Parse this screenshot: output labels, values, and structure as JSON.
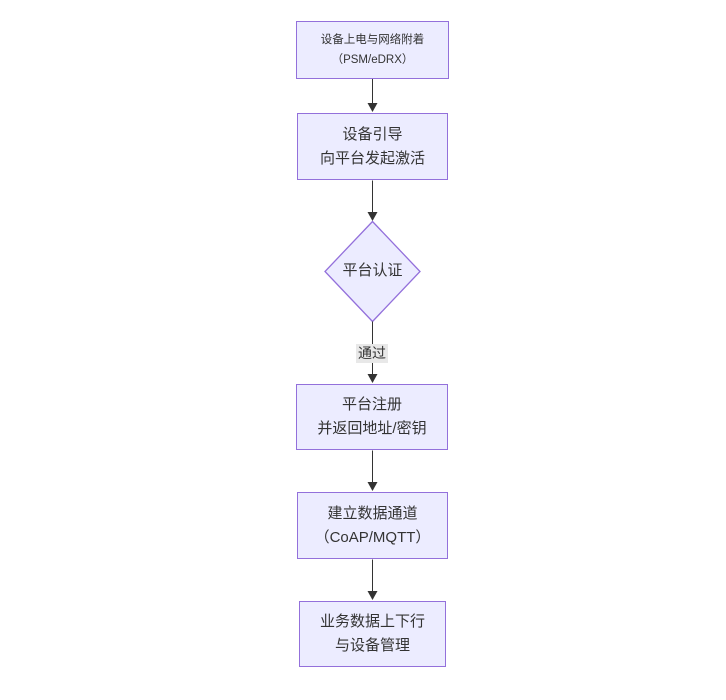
{
  "diagram": {
    "type": "flowchart",
    "direction": "top-down",
    "colors": {
      "background": "#ffffff",
      "node_fill": "#ECECFF",
      "node_border": "#9370DB",
      "edge_color": "#333333",
      "edge_label_bg": "#e8e8e8",
      "text_color": "#333333"
    },
    "nodes": [
      {
        "id": "power-on",
        "shape": "rect",
        "line1": "设备上电与网络附着",
        "line2": "（PSM/eDRX）"
      },
      {
        "id": "bootstrap",
        "shape": "rect",
        "line1": "设备引导",
        "line2": "向平台发起激活"
      },
      {
        "id": "auth",
        "shape": "diamond",
        "line1": "平台认证",
        "line2": ""
      },
      {
        "id": "register",
        "shape": "rect",
        "line1": "平台注册",
        "line2": "并返回地址/密钥"
      },
      {
        "id": "channel",
        "shape": "rect",
        "line1": "建立数据通道",
        "line2": "（CoAP/MQTT）"
      },
      {
        "id": "business",
        "shape": "rect",
        "line1": "业务数据上下行",
        "line2": "与设备管理"
      }
    ],
    "edges": [
      {
        "from": "power-on",
        "to": "bootstrap",
        "label": ""
      },
      {
        "from": "bootstrap",
        "to": "auth",
        "label": ""
      },
      {
        "from": "auth",
        "to": "register",
        "label": "通过"
      },
      {
        "from": "register",
        "to": "channel",
        "label": ""
      },
      {
        "from": "channel",
        "to": "business",
        "label": ""
      }
    ]
  }
}
